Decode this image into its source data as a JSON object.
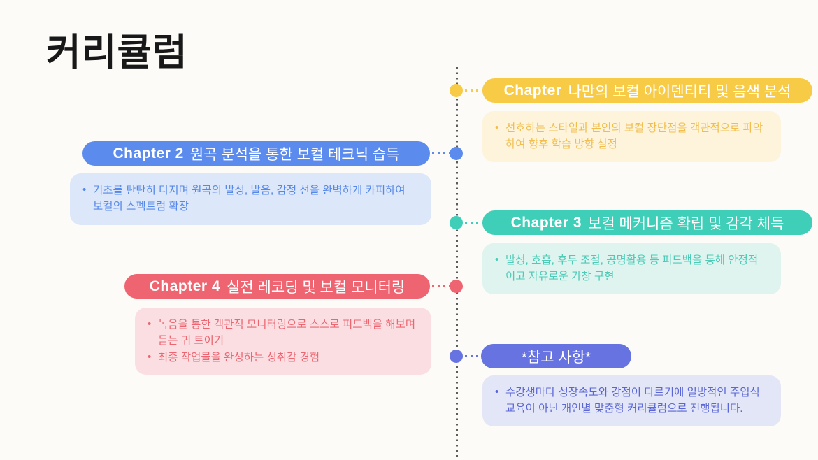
{
  "page": {
    "title": "커리큘럼",
    "background_color": "#FCFBF7",
    "timeline_line_color": "#5C5C5C"
  },
  "items": [
    {
      "chapter_label": "Chapter",
      "title": "나만의 보컬 아이덴티티 및 음색 분석",
      "accent": "#F8CB47",
      "body_bg": "#FDF4DB",
      "body_text_color": "#F1BE4E",
      "bullets": [
        "선호하는 스타일과 본인의 보컬 장단점을 객관적으로 파악하여 향후 학습 방향 설정"
      ]
    },
    {
      "chapter_label": "Chapter 2",
      "title": "원곡 분석을 통한 보컬 테크닉 습득",
      "accent": "#5C8BEE",
      "body_bg": "#DCE7FA",
      "body_text_color": "#5688E8",
      "bullets": [
        "기초를 탄탄히 다지며 원곡의 발성, 발음, 감정 선을 완벽하게 카피하여 보컬의 스펙트럼 확장"
      ]
    },
    {
      "chapter_label": "Chapter 3",
      "title": "보컬 메커니즘 확립 및 감각 체득",
      "accent": "#3FCEB7",
      "body_bg": "#DFF3EF",
      "body_text_color": "#4CCBB7",
      "bullets": [
        "발성, 호흡, 후두 조절, 공명활용 등 피드백을 통해 안정적이고 자유로운 가창 구현"
      ]
    },
    {
      "chapter_label": "Chapter 4",
      "title": "실전 레코딩 및 보컬 모니터링",
      "accent": "#EE6470",
      "body_bg": "#FBDEE2",
      "body_text_color": "#ED6571",
      "bullets": [
        "녹음을 통한 객관적 모니터링으로 스스로 피드백을 해보며 듣는 귀 트이기",
        "최종 작업물을 완성하는 성취감 경험"
      ]
    },
    {
      "chapter_label": "",
      "title": "*참고 사항*",
      "accent": "#6673E0",
      "body_bg": "#E3E6F7",
      "body_text_color": "#5A66D6",
      "bullets": [
        "수강생마다 성장속도와 강점이 다르기에 일방적인 주입식 교육이 아닌 개인별 맞춤형 커리큘럼으로 진행됩니다."
      ]
    }
  ]
}
